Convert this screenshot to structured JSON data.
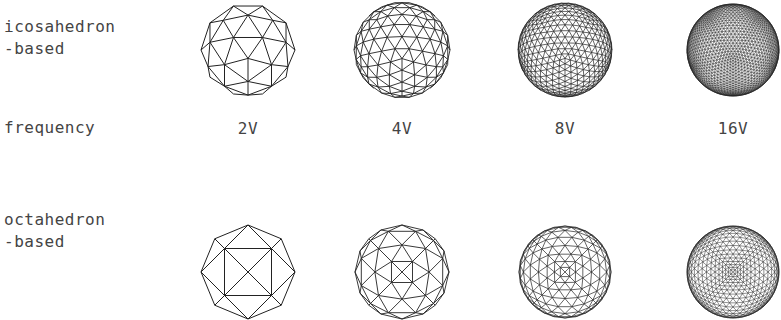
{
  "diagram": {
    "labels": [
      "icosahedron -based",
      "frequency",
      "2V",
      "4V",
      "8V",
      "16V",
      "octahedron -based"
    ]
  }
}
